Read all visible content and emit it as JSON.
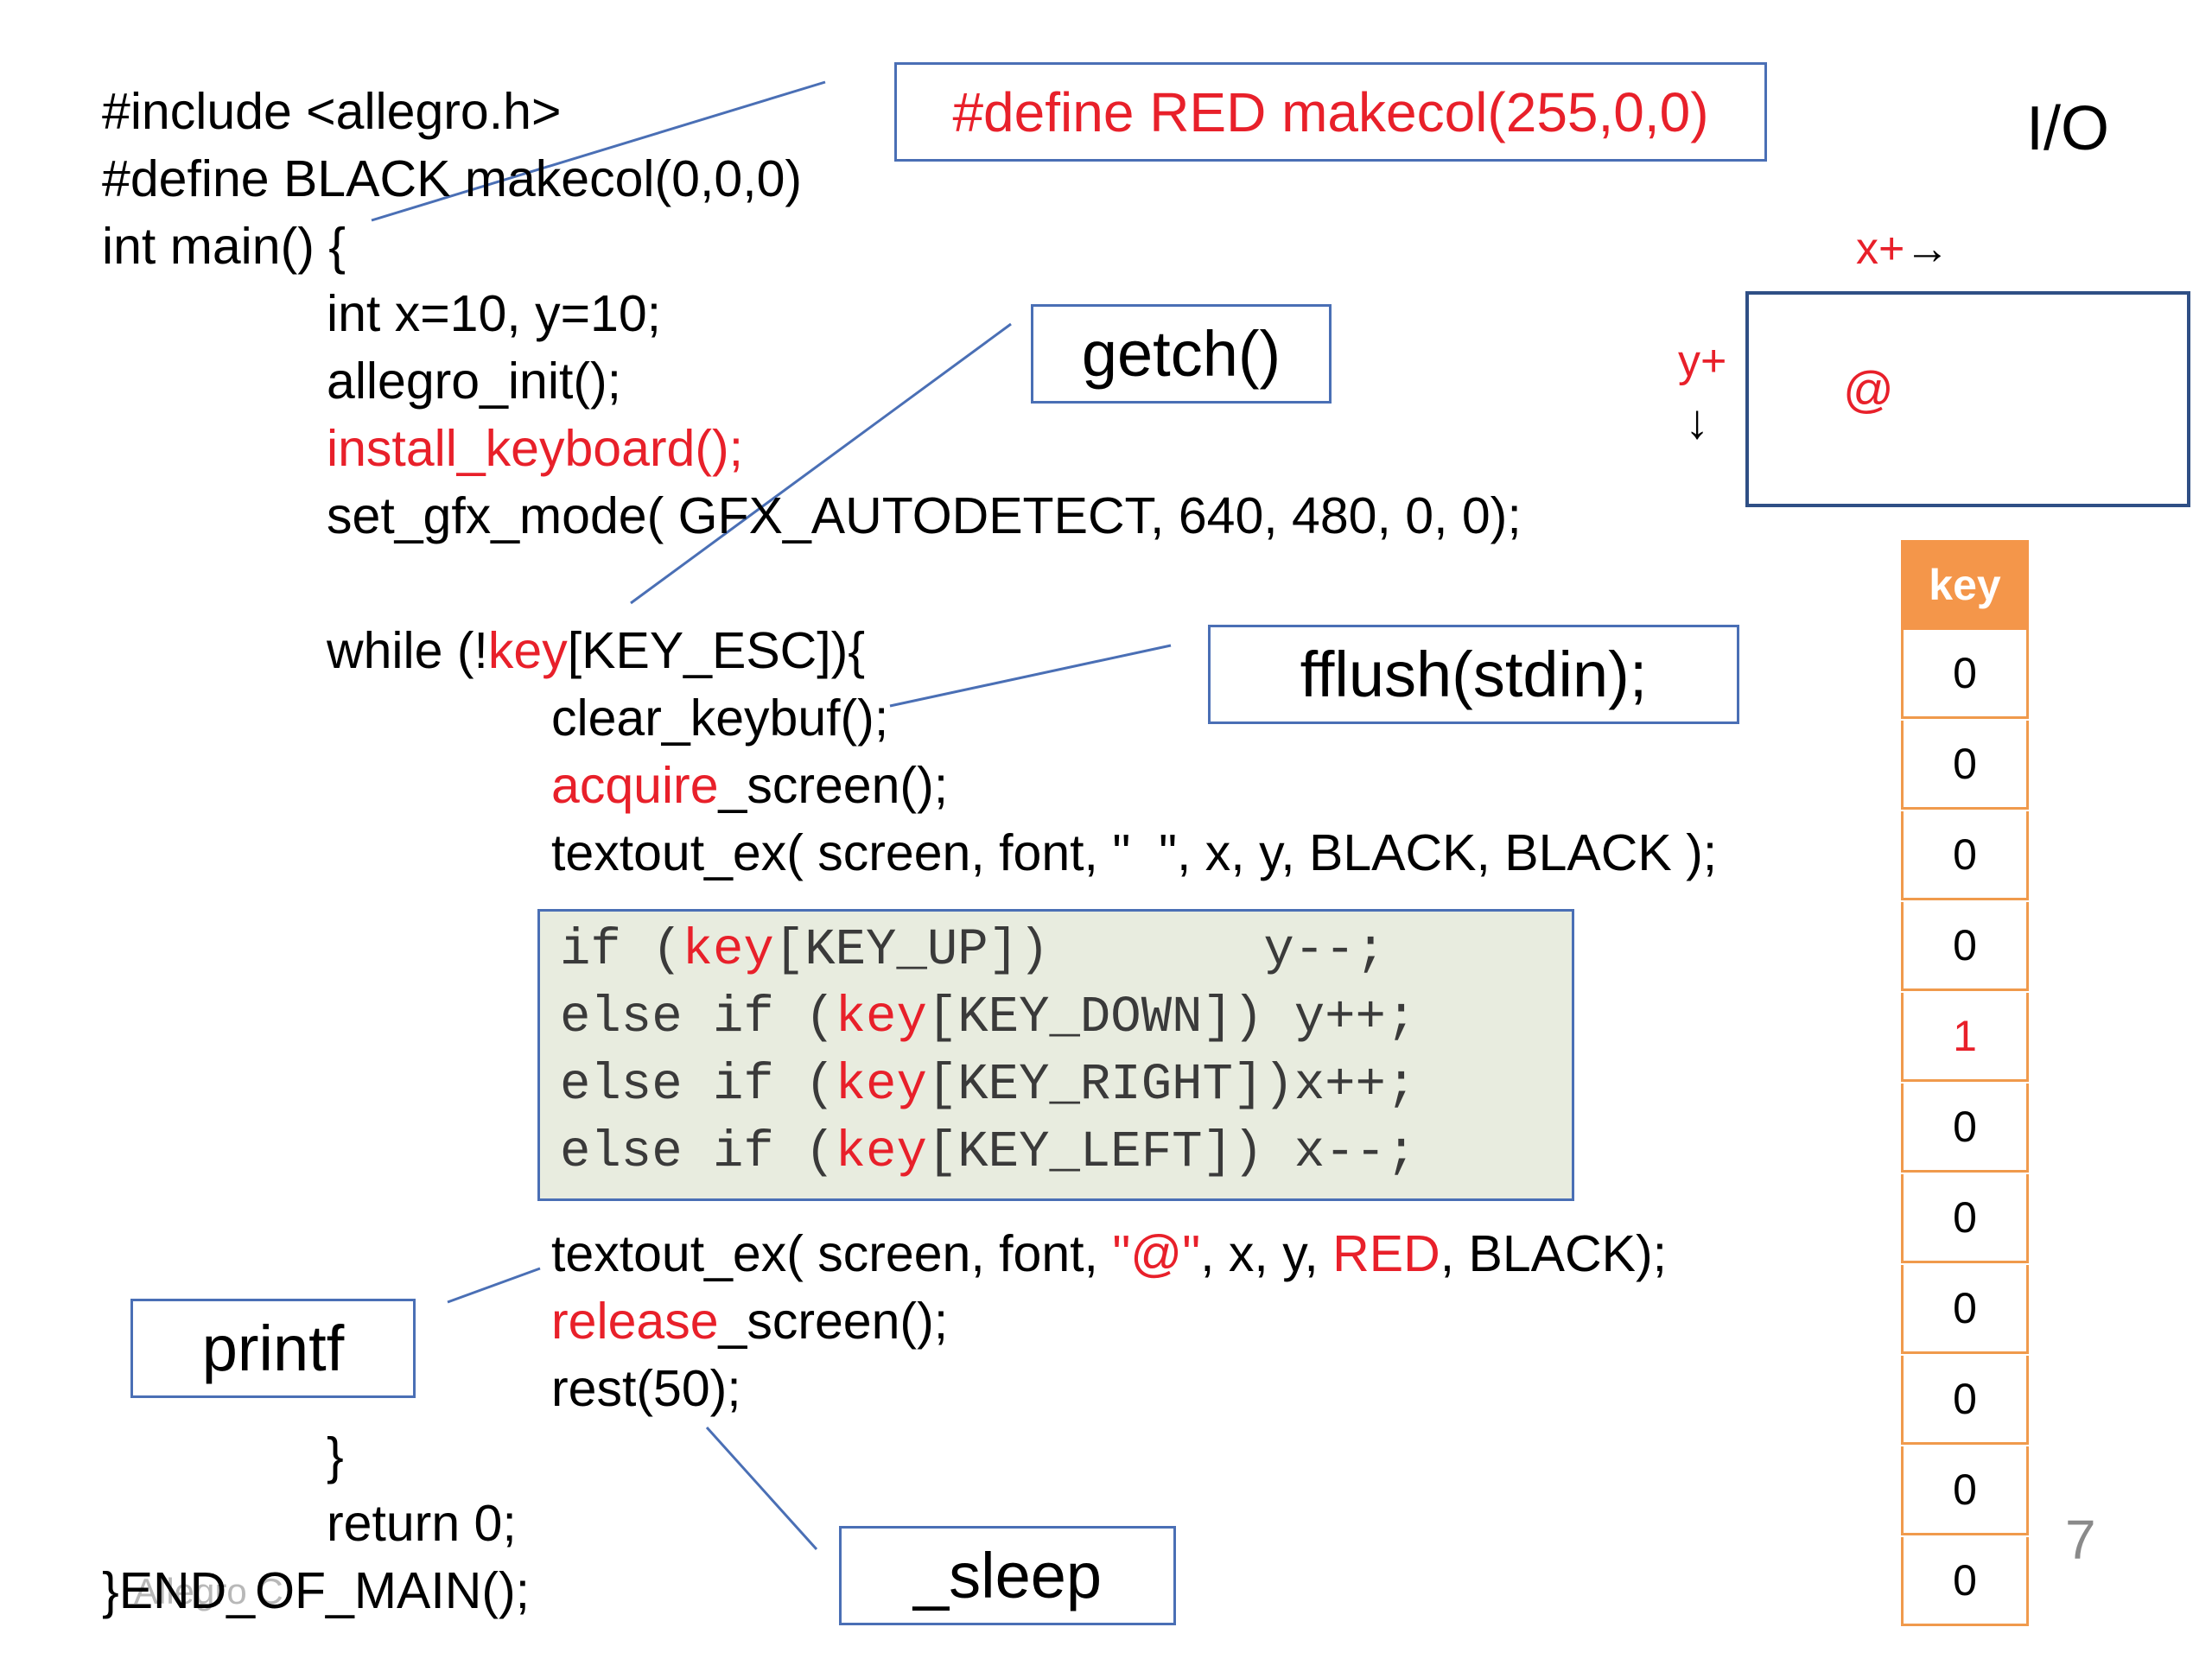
{
  "code": {
    "l1": "#include <allegro.h>",
    "l2": "#define BLACK makecol(0,0,0)",
    "l3": "int main() {",
    "l4": "int x=10, y=10;",
    "l5": "allegro_init();",
    "l6": "install_keyboard();",
    "l7": "set_gfx_mode( GFX_AUTODETECT, 640, 480, 0, 0);",
    "l8a": "while (!",
    "l8b": "key",
    "l8c": "[KEY_ESC]){",
    "l9": "clear_keybuf();",
    "l10a": "acquire",
    "l10b": "_screen();",
    "l11": "textout_ex( screen, font, \"  \", x, y, BLACK, BLACK );",
    "l12a": "textout_ex( screen, font, ",
    "l12b": "\"@\"",
    "l12c": ", x, y, ",
    "l12d": "RED",
    "l12e": ", BLACK);",
    "l13a": "release",
    "l13b": "_screen();",
    "l14": "rest(50);",
    "l15": "}",
    "l16": "return 0;",
    "l17": "}END_OF_MAIN();"
  },
  "ifblock": [
    {
      "a": "if (",
      "k": "key",
      "b": "[KEY_UP])       y--;"
    },
    {
      "a": "else if (",
      "k": "key",
      "b": "[KEY_DOWN]) y++;"
    },
    {
      "a": "else if (",
      "k": "key",
      "b": "[KEY_RIGHT])x++;"
    },
    {
      "a": "else if (",
      "k": "key",
      "b": "[KEY_LEFT]) x--;"
    }
  ],
  "callouts": {
    "define_red": "#define RED makecol(255,0,0)",
    "getch": "getch()",
    "fflush": "fflush(stdin);",
    "printf": "printf",
    "sleep": "_sleep"
  },
  "io": {
    "title": "I/O",
    "x_label": "x+",
    "x_arrow": "→",
    "y_label": "y+",
    "y_arrow": "↓",
    "at": "@"
  },
  "key_table": {
    "header": "key",
    "cells": [
      "0",
      "0",
      "0",
      "0",
      "1",
      "0",
      "0",
      "0",
      "0",
      "0",
      "0"
    ]
  },
  "footer": {
    "page_number": "7",
    "watermark": "Allegro C"
  },
  "colors": {
    "accent_red": "#e8202a",
    "box_border": "#4a6fb5",
    "key_header": "#f4964a",
    "code_block_bg": "#e8ecdf"
  }
}
